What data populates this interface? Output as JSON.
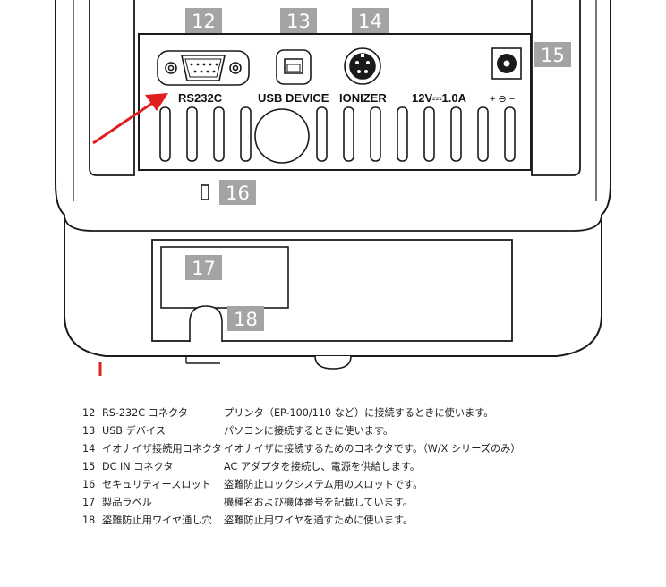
{
  "callouts": [
    "12",
    "13",
    "14",
    "15",
    "16",
    "17",
    "18"
  ],
  "port_labels": {
    "rs232c": "RS232C",
    "usb": "USB DEVICE",
    "ionizer": "IONIZER",
    "power": "12V⎓1.0A",
    "polarity": "+ ⊖ −"
  },
  "colors": {
    "arrow": "#e02020",
    "callout_bg": "#a4a4a4"
  },
  "legend": [
    {
      "num": "12",
      "name": "RS-232C コネクタ",
      "desc": "プリンタ（EP-100/110 など）に接続するときに使います。"
    },
    {
      "num": "13",
      "name": "USB デバイス",
      "desc": "パソコンに接続するときに使います。"
    },
    {
      "num": "14",
      "name": "イオナイザ接続用コネクタ",
      "desc": "イオナイザに接続するためのコネクタです。（W/X シリーズのみ）"
    },
    {
      "num": "15",
      "name": "DC IN コネクタ",
      "desc": "AC アダプタを接続し、電源を供給します。"
    },
    {
      "num": "16",
      "name": "セキュリティースロット",
      "desc": "盗難防止ロックシステム用のスロットです。"
    },
    {
      "num": "17",
      "name": "製品ラベル",
      "desc": "機種名および機体番号を記載しています。"
    },
    {
      "num": "18",
      "name": "盗難防止用ワイヤ通し穴",
      "desc": "盗難防止用ワイヤを通すために使います。"
    }
  ]
}
